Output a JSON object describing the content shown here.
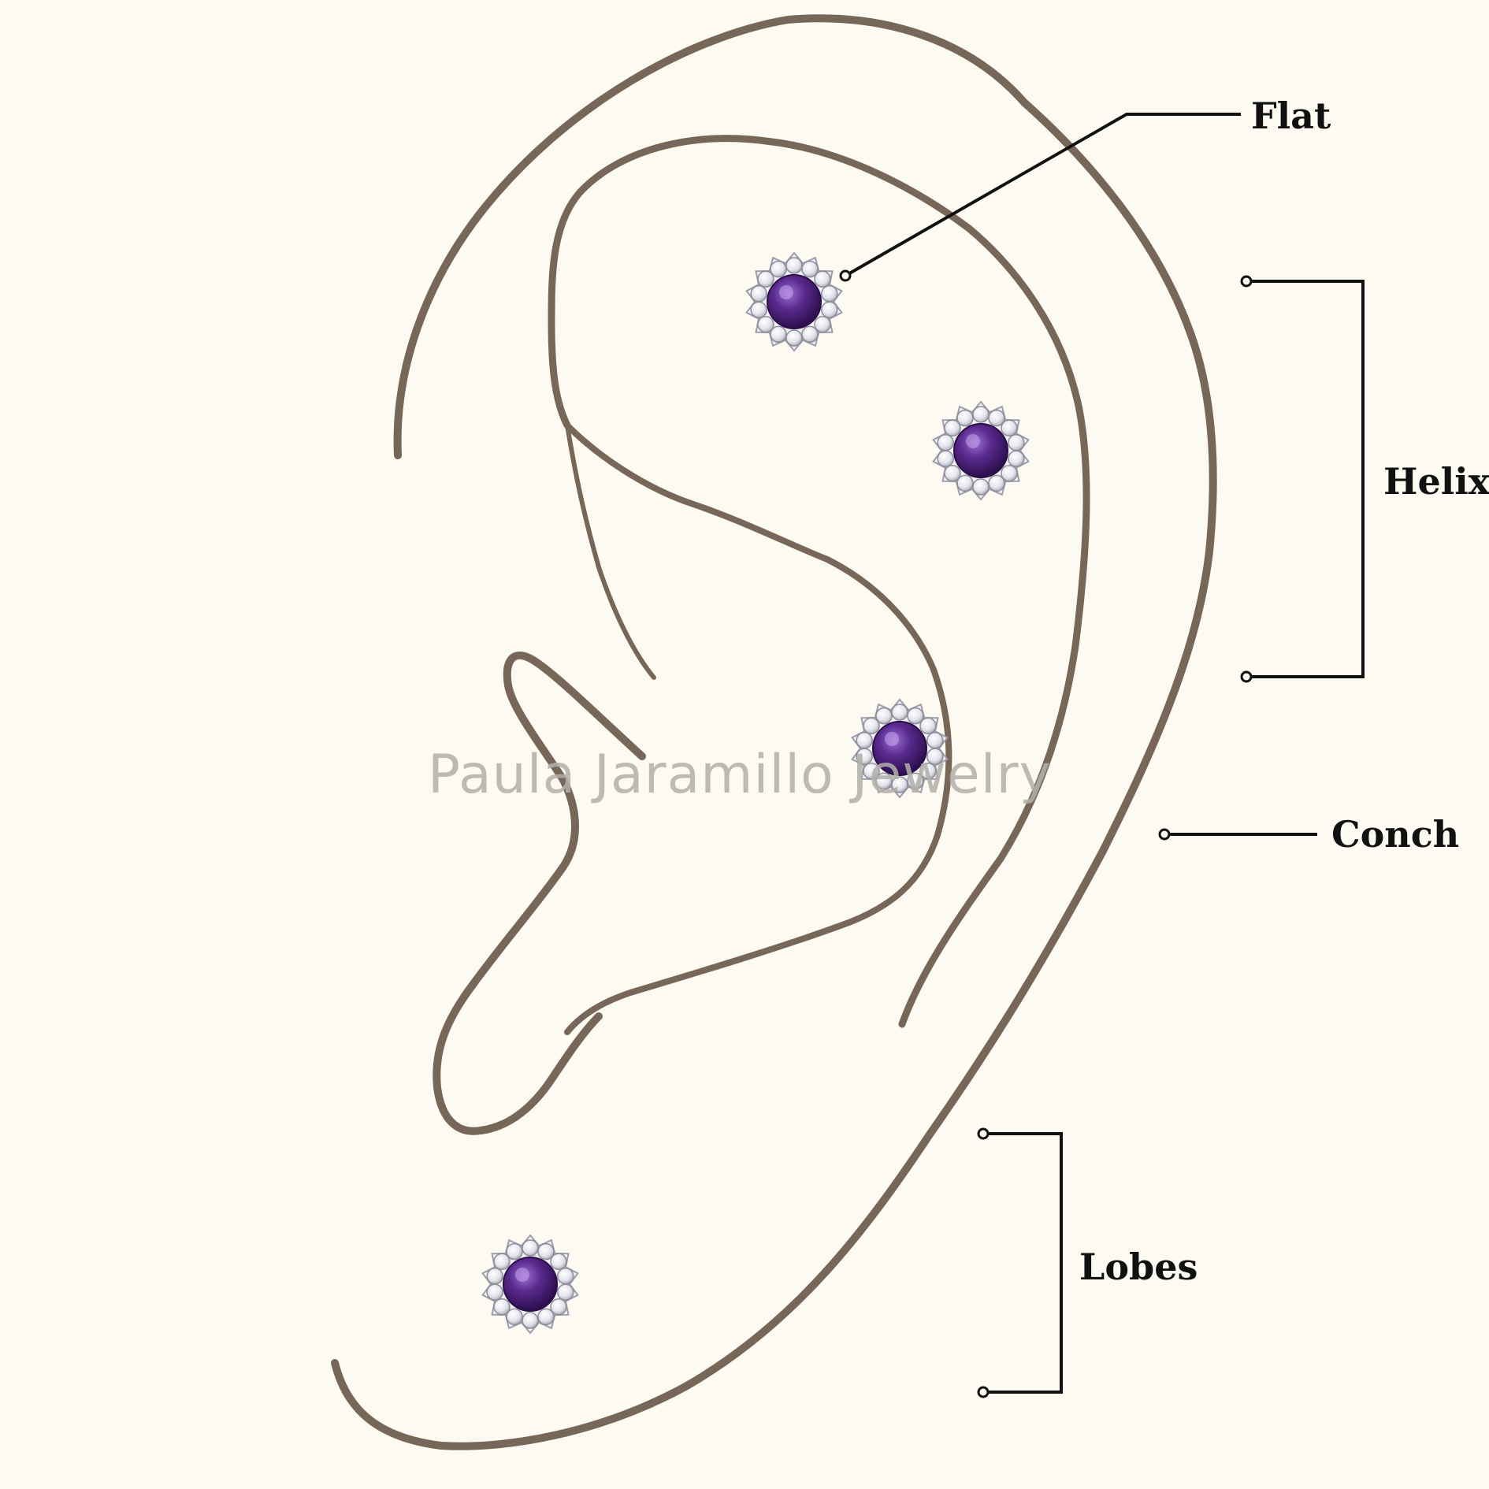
{
  "labels": {
    "flat": "Flat",
    "helix": "Helix",
    "conch": "Conch",
    "lobes": "Lobes"
  },
  "watermark": "Paula Jaramillo Jewelry",
  "colors": {
    "background": "#fdfaf1",
    "ear_outline": "#776759",
    "leader_lines": "#111111",
    "gem_center": "#4b1d7a",
    "halo_stones": "#e9e9ef"
  },
  "earrings": [
    {
      "name": "flat-earring",
      "stone": "amethyst-halo-stud"
    },
    {
      "name": "helix-earring",
      "stone": "amethyst-halo-stud"
    },
    {
      "name": "conch-earring",
      "stone": "amethyst-halo-stud"
    },
    {
      "name": "lobe-earring",
      "stone": "amethyst-halo-stud"
    }
  ]
}
